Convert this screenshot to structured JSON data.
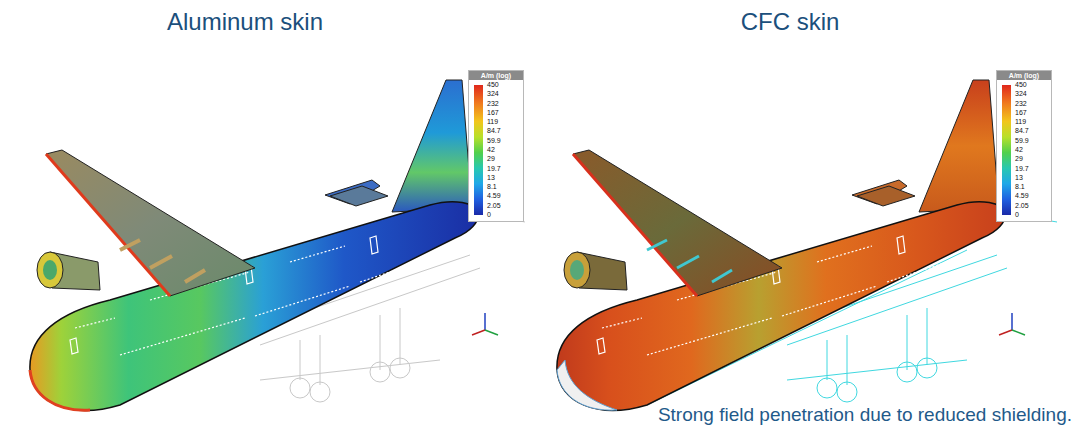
{
  "diagram": {
    "caption": "Strong field penetration due to reduced shielding.",
    "labels": [
      "Aluminum skin",
      "A/m (log)",
      "450",
      "324",
      "232",
      "167",
      "119",
      "84.7",
      "59.9",
      "42",
      "29",
      "19.7",
      "13",
      "8.1",
      "4.59",
      "2.05",
      "0",
      "CFC skin",
      "A/m (log)",
      "450",
      "324",
      "232",
      "167",
      "119",
      "84.7",
      "59.9",
      "42",
      "29",
      "19.7",
      "13",
      "8.1",
      "4.59",
      "2.05",
      "0"
    ]
  }
}
